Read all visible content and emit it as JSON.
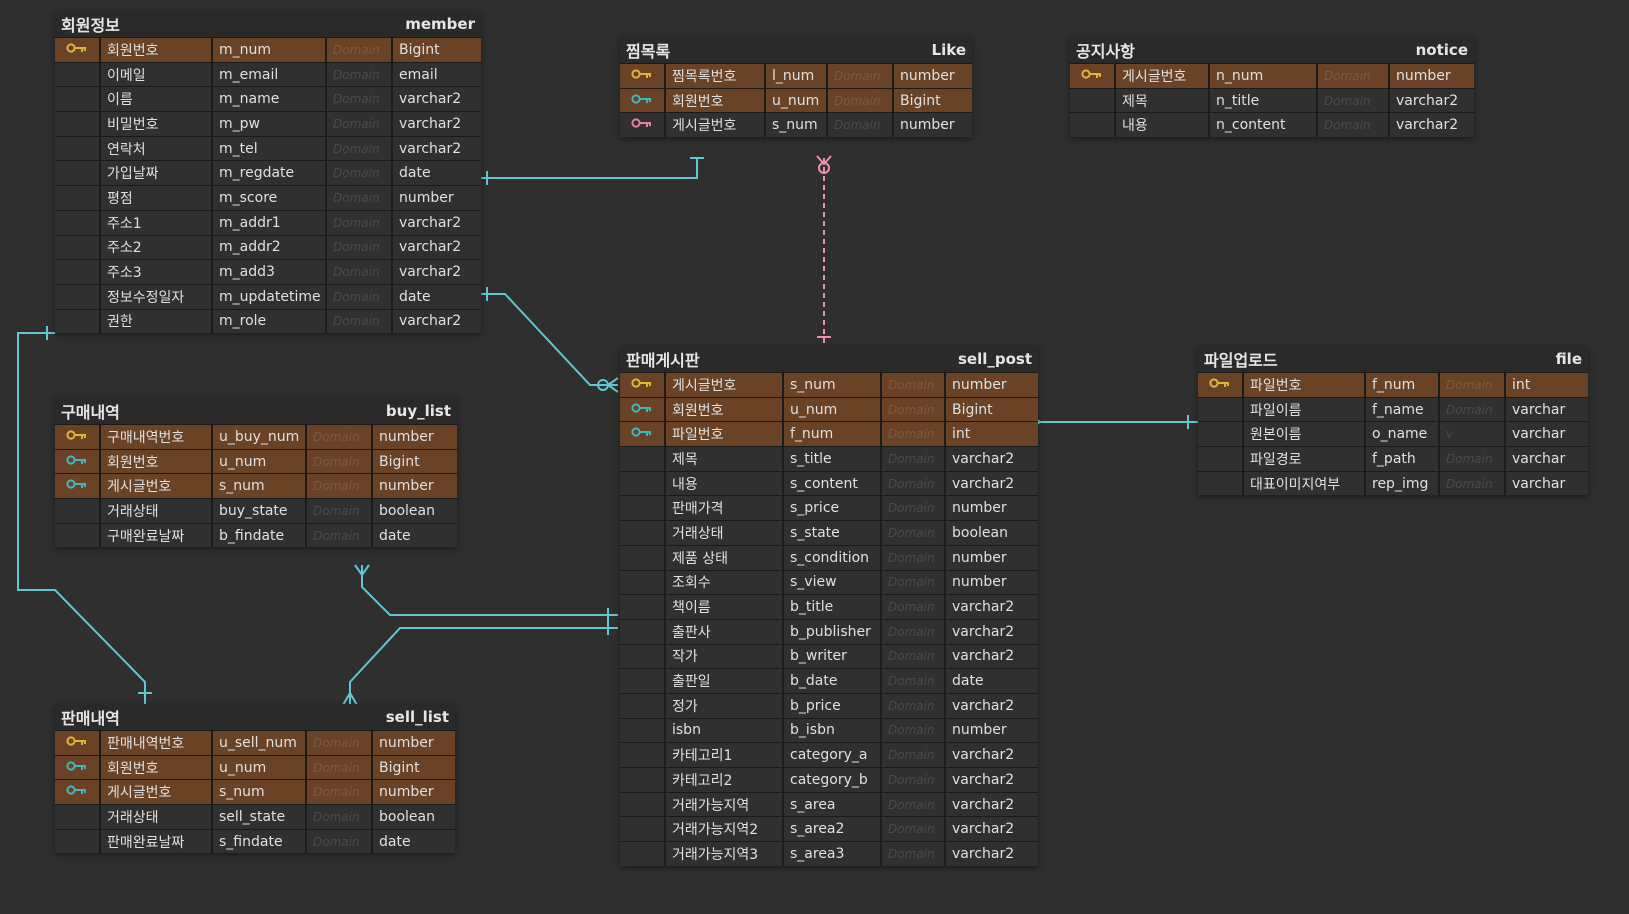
{
  "colors": {
    "background": "#2f2f2f",
    "pk_row": "#6a4226",
    "row": "#303030",
    "pk_key_icon": "#e0b43a",
    "fk_key_icon": "#3fb7c0",
    "ref_key_icon": "#e77f9e",
    "relation_line": "#5fc8d2",
    "dashed_relation": "#f08fb0"
  },
  "entities": [
    {
      "id": "member",
      "title": "회원정보",
      "name": "member",
      "rows": [
        {
          "key": "pk-icon",
          "pk": true,
          "label": "회원번호",
          "column": "m_num",
          "domain": "Domain",
          "type": "Bigint"
        },
        {
          "key": "",
          "pk": false,
          "label": "이메일",
          "column": "m_email",
          "domain": "Domain",
          "type": "email"
        },
        {
          "key": "",
          "pk": false,
          "label": "이름",
          "column": "m_name",
          "domain": "Domain",
          "type": "varchar2"
        },
        {
          "key": "",
          "pk": false,
          "label": "비밀번호",
          "column": "m_pw",
          "domain": "Domain",
          "type": "varchar2"
        },
        {
          "key": "",
          "pk": false,
          "label": "연락처",
          "column": "m_tel",
          "domain": "Domain",
          "type": "varchar2"
        },
        {
          "key": "",
          "pk": false,
          "label": "가입날짜",
          "column": "m_regdate",
          "domain": "Domain",
          "type": "date"
        },
        {
          "key": "",
          "pk": false,
          "label": "평점",
          "column": "m_score",
          "domain": "Domain",
          "type": "number"
        },
        {
          "key": "",
          "pk": false,
          "label": "주소1",
          "column": "m_addr1",
          "domain": "Domain",
          "type": "varchar2"
        },
        {
          "key": "",
          "pk": false,
          "label": "주소2",
          "column": "m_addr2",
          "domain": "Domain",
          "type": "varchar2"
        },
        {
          "key": "",
          "pk": false,
          "label": "주소3",
          "column": "m_add3",
          "domain": "Domain",
          "type": "varchar2"
        },
        {
          "key": "",
          "pk": false,
          "label": "정보수정일자",
          "column": "m_updatetime",
          "domain": "Domain",
          "type": "date"
        },
        {
          "key": "",
          "pk": false,
          "label": "권한",
          "column": "m_role",
          "domain": "Domain",
          "type": "varchar2"
        }
      ]
    },
    {
      "id": "like",
      "title": "찜목록",
      "name": "Like",
      "rows": [
        {
          "key": "pk-icon",
          "pk": true,
          "label": "찜목록번호",
          "column": "l_num",
          "domain": "Domain",
          "type": "number"
        },
        {
          "key": "fk-icon",
          "pk": true,
          "label": "회원번호",
          "column": "u_num",
          "domain": "Domain",
          "type": "Bigint"
        },
        {
          "key": "ref-icon",
          "pk": false,
          "label": "게시글번호",
          "column": "s_num",
          "domain": "Domain",
          "type": "number"
        }
      ]
    },
    {
      "id": "notice",
      "title": "공지사항",
      "name": "notice",
      "rows": [
        {
          "key": "pk-icon",
          "pk": true,
          "label": "게시글번호",
          "column": "n_num",
          "domain": "Domain",
          "type": "number"
        },
        {
          "key": "",
          "pk": false,
          "label": "제목",
          "column": "n_title",
          "domain": "Domain",
          "type": "varchar2"
        },
        {
          "key": "",
          "pk": false,
          "label": "내용",
          "column": "n_content",
          "domain": "Domain",
          "type": "varchar2"
        }
      ]
    },
    {
      "id": "buy_list",
      "title": "구매내역",
      "name": "buy_list",
      "rows": [
        {
          "key": "pk-icon",
          "pk": true,
          "label": "구매내역번호",
          "column": "u_buy_num",
          "domain": "Domain",
          "type": "number"
        },
        {
          "key": "fk-icon",
          "pk": true,
          "label": "회원번호",
          "column": "u_num",
          "domain": "Domain",
          "type": "Bigint"
        },
        {
          "key": "fk-icon",
          "pk": true,
          "label": "게시글번호",
          "column": "s_num",
          "domain": "Domain",
          "type": "number"
        },
        {
          "key": "",
          "pk": false,
          "label": "거래상태",
          "column": "buy_state",
          "domain": "Domain",
          "type": "boolean"
        },
        {
          "key": "",
          "pk": false,
          "label": "구매완료날짜",
          "column": "b_findate",
          "domain": "Domain",
          "type": "date"
        }
      ]
    },
    {
      "id": "sell_post",
      "title": "판매게시판",
      "name": "sell_post",
      "rows": [
        {
          "key": "pk-icon",
          "pk": true,
          "label": "게시글번호",
          "column": "s_num",
          "domain": "Domain",
          "type": "number"
        },
        {
          "key": "fk-icon",
          "pk": true,
          "label": "회원번호",
          "column": "u_num",
          "domain": "Domain",
          "type": "Bigint"
        },
        {
          "key": "fk-icon",
          "pk": true,
          "label": "파일번호",
          "column": "f_num",
          "domain": "Domain",
          "type": "int"
        },
        {
          "key": "",
          "pk": false,
          "label": "제목",
          "column": "s_title",
          "domain": "Domain",
          "type": "varchar2"
        },
        {
          "key": "",
          "pk": false,
          "label": "내용",
          "column": "s_content",
          "domain": "Domain",
          "type": "varchar2"
        },
        {
          "key": "",
          "pk": false,
          "label": "판매가격",
          "column": "s_price",
          "domain": "Domain",
          "type": "number"
        },
        {
          "key": "",
          "pk": false,
          "label": "거래상태",
          "column": "s_state",
          "domain": "Domain",
          "type": "boolean"
        },
        {
          "key": "",
          "pk": false,
          "label": "제품 상태",
          "column": "s_condition",
          "domain": "Domain",
          "type": "number"
        },
        {
          "key": "",
          "pk": false,
          "label": "조회수",
          "column": "s_view",
          "domain": "Domain",
          "type": "number"
        },
        {
          "key": "",
          "pk": false,
          "label": "책이름",
          "column": "b_title",
          "domain": "Domain",
          "type": "varchar2"
        },
        {
          "key": "",
          "pk": false,
          "label": "출판사",
          "column": "b_publisher",
          "domain": "Domain",
          "type": "varchar2"
        },
        {
          "key": "",
          "pk": false,
          "label": "작가",
          "column": "b_writer",
          "domain": "Domain",
          "type": "varchar2"
        },
        {
          "key": "",
          "pk": false,
          "label": "출판일",
          "column": "b_date",
          "domain": "Domain",
          "type": "date"
        },
        {
          "key": "",
          "pk": false,
          "label": "정가",
          "column": "b_price",
          "domain": "Domain",
          "type": "varchar2"
        },
        {
          "key": "",
          "pk": false,
          "label": "isbn",
          "column": "b_isbn",
          "domain": "Domain",
          "type": "number"
        },
        {
          "key": "",
          "pk": false,
          "label": "카테고리1",
          "column": "category_a",
          "domain": "Domain",
          "type": "varchar2"
        },
        {
          "key": "",
          "pk": false,
          "label": "카테고리2",
          "column": "category_b",
          "domain": "Domain",
          "type": "varchar2"
        },
        {
          "key": "",
          "pk": false,
          "label": "거래가능지역",
          "column": "s_area",
          "domain": "Domain",
          "type": "varchar2"
        },
        {
          "key": "",
          "pk": false,
          "label": "거래가능지역2",
          "column": "s_area2",
          "domain": "Domain",
          "type": "varchar2"
        },
        {
          "key": "",
          "pk": false,
          "label": "거래가능지역3",
          "column": "s_area3",
          "domain": "Domain",
          "type": "varchar2"
        }
      ]
    },
    {
      "id": "file",
      "title": "파일업로드",
      "name": "file",
      "rows": [
        {
          "key": "pk-icon",
          "pk": true,
          "label": "파일번호",
          "column": "f_num",
          "domain": "Domain",
          "type": "int"
        },
        {
          "key": "",
          "pk": false,
          "label": "파일이름",
          "column": "f_name",
          "domain": "Domain",
          "type": "varchar"
        },
        {
          "key": "",
          "pk": false,
          "label": "원본이름",
          "column": "o_name",
          "domain": "v",
          "type": "varchar"
        },
        {
          "key": "",
          "pk": false,
          "label": "파일경로",
          "column": "f_path",
          "domain": "Domain",
          "type": "varchar"
        },
        {
          "key": "",
          "pk": false,
          "label": "대표이미지여부",
          "column": "rep_img",
          "domain": "Domain",
          "type": "varchar"
        }
      ]
    },
    {
      "id": "sell_list",
      "title": "판매내역",
      "name": "sell_list",
      "rows": [
        {
          "key": "pk-icon",
          "pk": true,
          "label": "판매내역번호",
          "column": "u_sell_num",
          "domain": "Domain",
          "type": "number"
        },
        {
          "key": "fk-icon",
          "pk": true,
          "label": "회원번호",
          "column": "u_num",
          "domain": "Domain",
          "type": "Bigint"
        },
        {
          "key": "fk-icon",
          "pk": true,
          "label": "게시글번호",
          "column": "s_num",
          "domain": "Domain",
          "type": "number"
        },
        {
          "key": "",
          "pk": false,
          "label": "거래상태",
          "column": "sell_state",
          "domain": "Domain",
          "type": "boolean"
        },
        {
          "key": "",
          "pk": false,
          "label": "판매완료날짜",
          "column": "s_findate",
          "domain": "Domain",
          "type": "date"
        }
      ]
    }
  ]
}
